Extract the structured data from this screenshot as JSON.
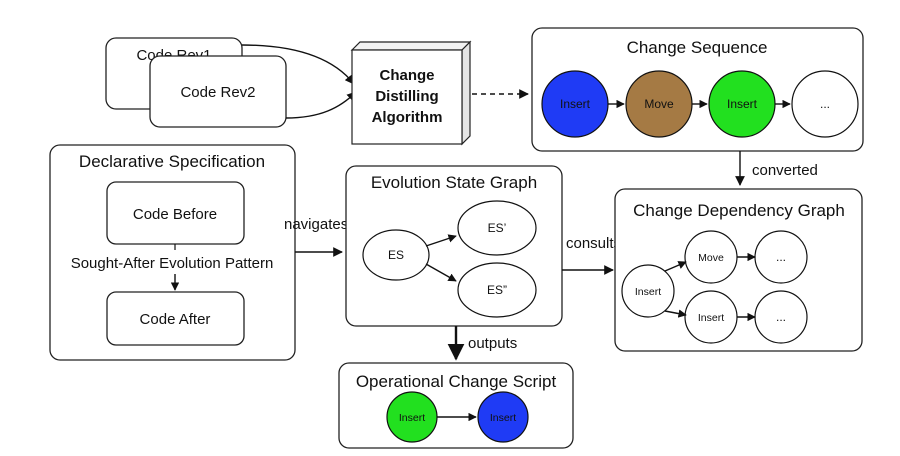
{
  "boxes": {
    "code_rev1": "Code Rev1",
    "code_rev2": "Code Rev2",
    "algorithm": [
      "Change",
      "Distilling",
      "Algorithm"
    ],
    "change_sequence": "Change Sequence",
    "declarative_spec": "Declarative Specification",
    "code_before": "Code Before",
    "code_after": "Code After",
    "pattern": "Sought-After Evolution Pattern",
    "evolution_graph": "Evolution State Graph",
    "dependency_graph": "Change Dependency Graph",
    "operational_script": "Operational Change Script"
  },
  "nodes": {
    "seq": [
      {
        "label": "Insert",
        "color": "#1f3bf5"
      },
      {
        "label": "Move",
        "color": "#a57a44"
      },
      {
        "label": "Insert",
        "color": "#22e01f"
      },
      {
        "label": "...",
        "color": "#ffffff"
      }
    ],
    "esg": {
      "es": "ES",
      "es1": "ES’",
      "es2": "ES”"
    },
    "dep": {
      "insert_a": "Insert",
      "move": "Move",
      "dots_a": "...",
      "insert_b": "Insert",
      "dots_b": "..."
    },
    "script": [
      {
        "label": "Insert",
        "color": "#22e01f"
      },
      {
        "label": "Insert",
        "color": "#1f3bf5"
      }
    ]
  },
  "edge_labels": {
    "converted": "converted",
    "navigates": "navigates",
    "consults": "consults",
    "outputs": "outputs"
  }
}
